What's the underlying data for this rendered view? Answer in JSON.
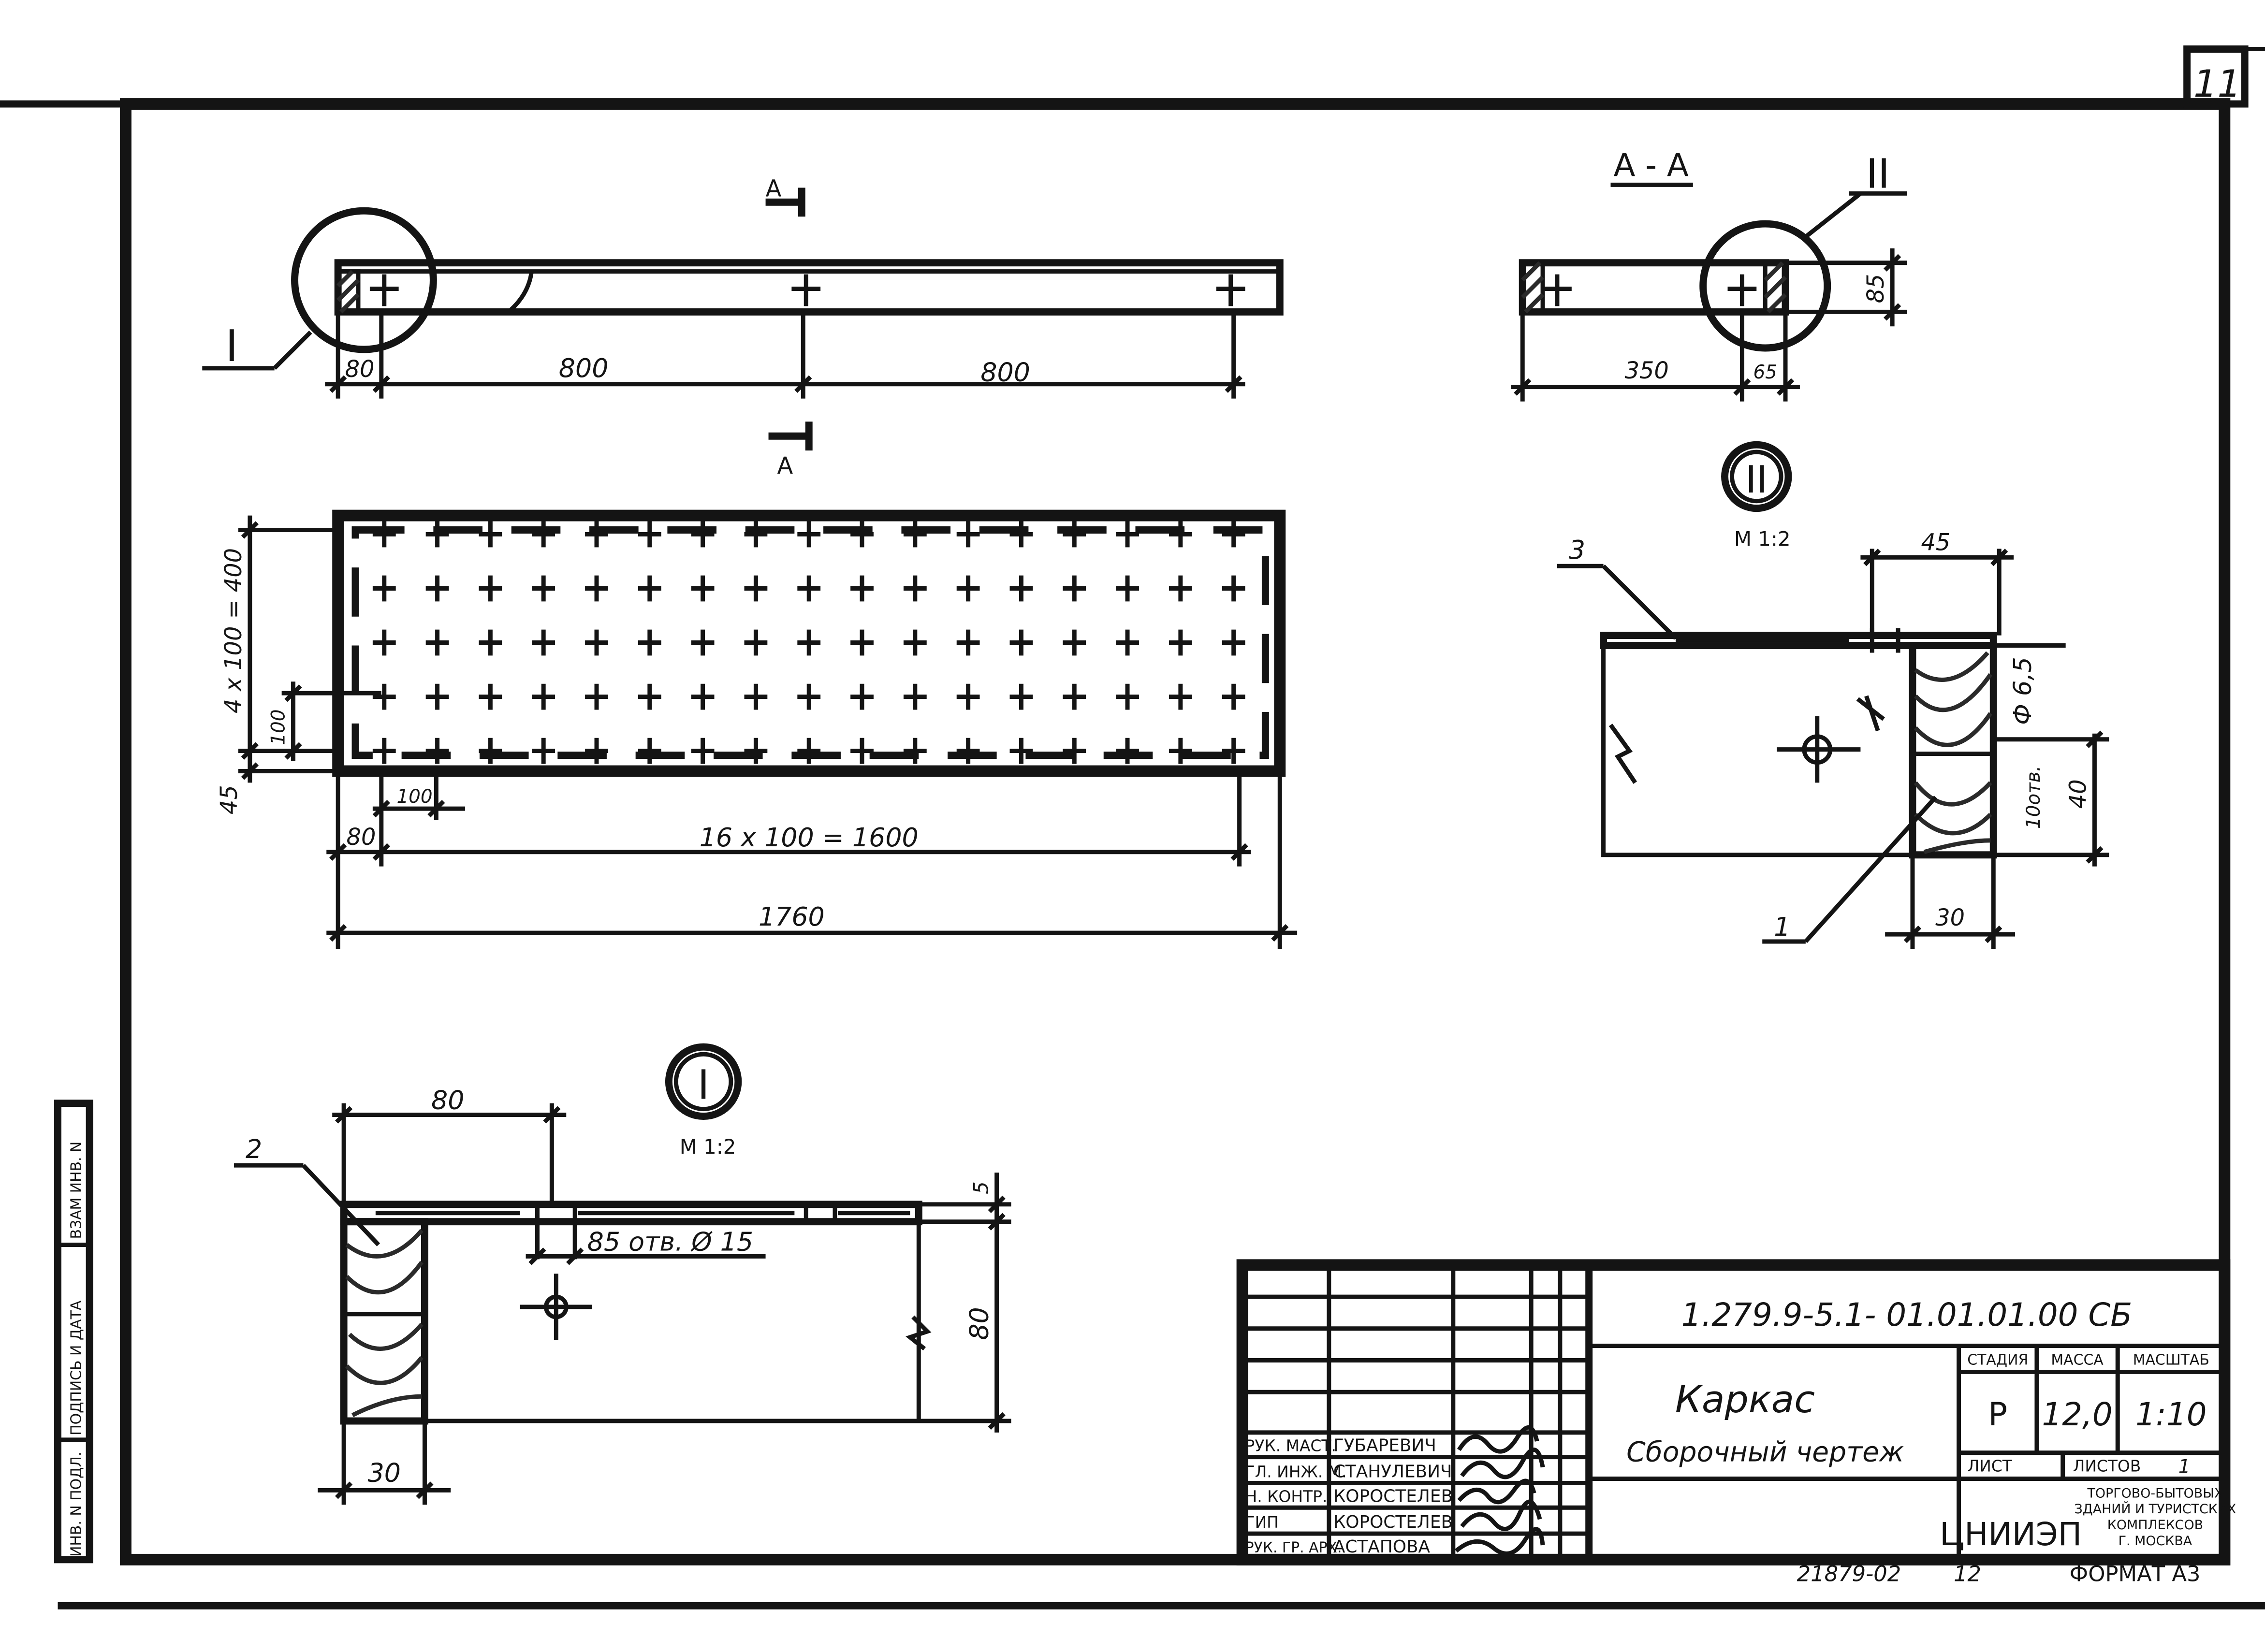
{
  "sheet": {
    "page_number": "11",
    "format": "ФОРМАТ А3",
    "archive_number": "21879-02",
    "copy_number": "12"
  },
  "left_strip": {
    "inv_orig": "ИНВ. N ПОДЛ.",
    "sign_date": "ПОДПИСЬ И ДАТА",
    "replaced_inv": "ВЗАМ ИНВ. N"
  },
  "views": {
    "section_mark": "А",
    "section_title": "А - А",
    "callout_1": "I",
    "callout_2": "II",
    "detail_1_scale": "М 1:2",
    "detail_2_scale": "М 1:2"
  },
  "dimensions": {
    "top_80": "80",
    "top_800a": "800",
    "top_800b": "800",
    "sec_85": "85",
    "sec_350": "350",
    "sec_65": "65",
    "plan_4x100": "4 x 100 = 400",
    "plan_100v": "100",
    "plan_45": "45",
    "plan_100h": "100",
    "plan_80": "80",
    "plan_16x100": "16 x 100 = 1600",
    "plan_1760": "1760",
    "d2_45": "45",
    "d2_phi": "Ф 6,5",
    "d2_10otv": "10отв.",
    "d2_40": "40",
    "d2_30": "30",
    "d1_80top": "80",
    "d1_5": "5",
    "d1_85otv": "85 отв. Ø 15",
    "d1_80side": "80",
    "d1_30": "30"
  },
  "positions": {
    "p1": "1",
    "p2": "2",
    "p3": "3"
  },
  "title_block": {
    "designation": "1.279.9-5.1- 01.01.01.00 СБ",
    "name": "Каркас",
    "doc_type": "Сборочный чертеж",
    "hdr_stage": "СТАДИЯ",
    "hdr_mass": "МАССА",
    "hdr_scale": "МАСШТАБ",
    "stage": "Р",
    "mass": "12,0",
    "scale": "1:10",
    "sheet_label": "ЛИСТ",
    "sheets_label": "ЛИСТОВ",
    "sheets_count": "1",
    "org_logo": "ЦНИИЭП",
    "org_line1": "ТОРГОВО-БЫТОВЫХ",
    "org_line2": "ЗДАНИЙ И ТУРИСТСКИХ",
    "org_line3": "КОМПЛЕКСОВ",
    "org_line4": "Г. МОСКВА",
    "people": [
      {
        "role": "РУК. МАСТ.",
        "name": "ГУБАРЕВИЧ"
      },
      {
        "role": "ГЛ. ИНЖ. М.",
        "name": "СТАНУЛЕВИЧ"
      },
      {
        "role": "Н. КОНТР.",
        "name": "КОРОСТЕЛЕВ"
      },
      {
        "role": "ГИП",
        "name": "КОРОСТЕЛЕВ"
      },
      {
        "role": "РУК. ГР. АРХ.",
        "name": "АСТАПОВА"
      }
    ]
  }
}
